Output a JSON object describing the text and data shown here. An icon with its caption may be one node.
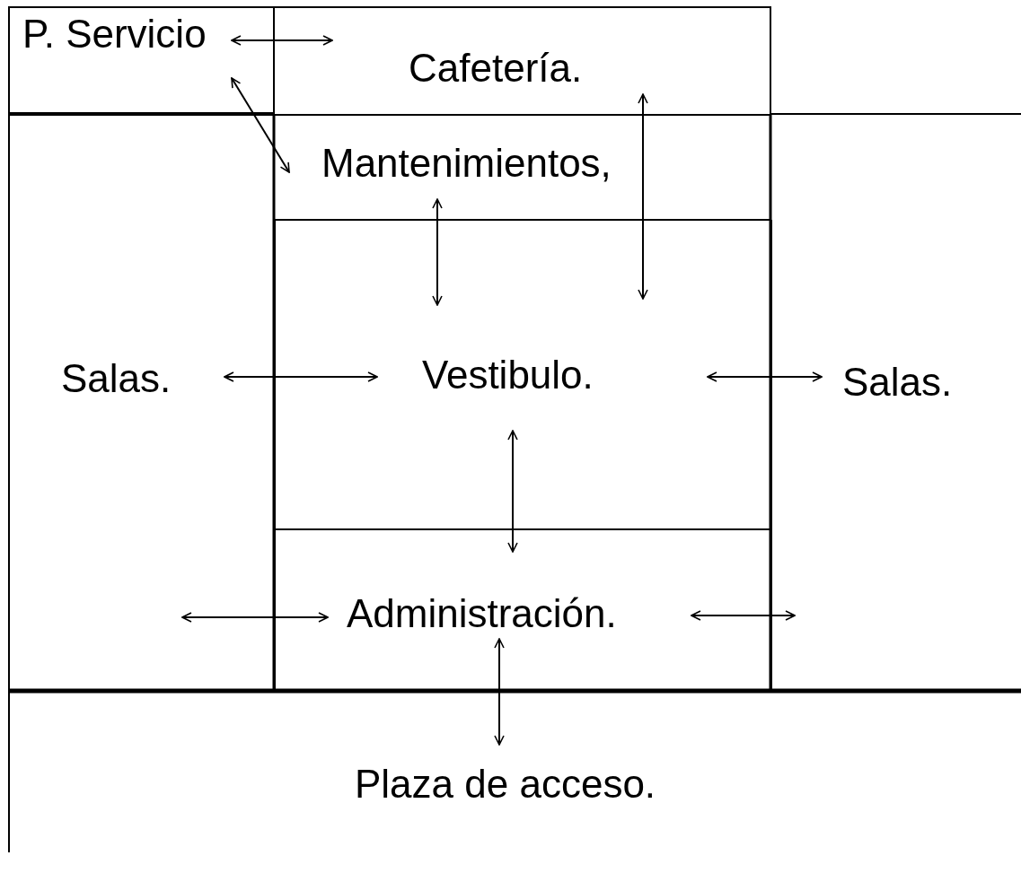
{
  "diagram": {
    "nodes": [
      {
        "text": [
          "P. Servicio"
        ]
      },
      {
        "text": [
          "Cafetería."
        ]
      },
      {
        "text": [
          "Salas."
        ]
      },
      {
        "text": [
          "Mantenimientos,"
        ]
      },
      {
        "text": [
          "Vestibulo."
        ]
      },
      {
        "text": [
          "Salas."
        ]
      },
      {
        "text": [
          "Administración."
        ]
      },
      {
        "text": [
          "Plaza de acceso."
        ]
      }
    ],
    "edges": [
      {
        "from": 0,
        "to": 1,
        "arrow": "both"
      },
      {
        "from": 0,
        "to": 3,
        "arrow": "both"
      },
      {
        "from": 1,
        "to": 4,
        "arrow": "both"
      },
      {
        "from": 3,
        "to": 4,
        "arrow": "both"
      },
      {
        "from": 2,
        "to": 4,
        "arrow": "both"
      },
      {
        "from": 4,
        "to": 5,
        "arrow": "both"
      },
      {
        "from": 4,
        "to": 6,
        "arrow": "both"
      },
      {
        "from": 2,
        "to": 6,
        "arrow": "both"
      },
      {
        "from": 6,
        "to": 5,
        "arrow": "both"
      },
      {
        "from": 6,
        "to": 7,
        "arrow": "both"
      }
    ]
  }
}
